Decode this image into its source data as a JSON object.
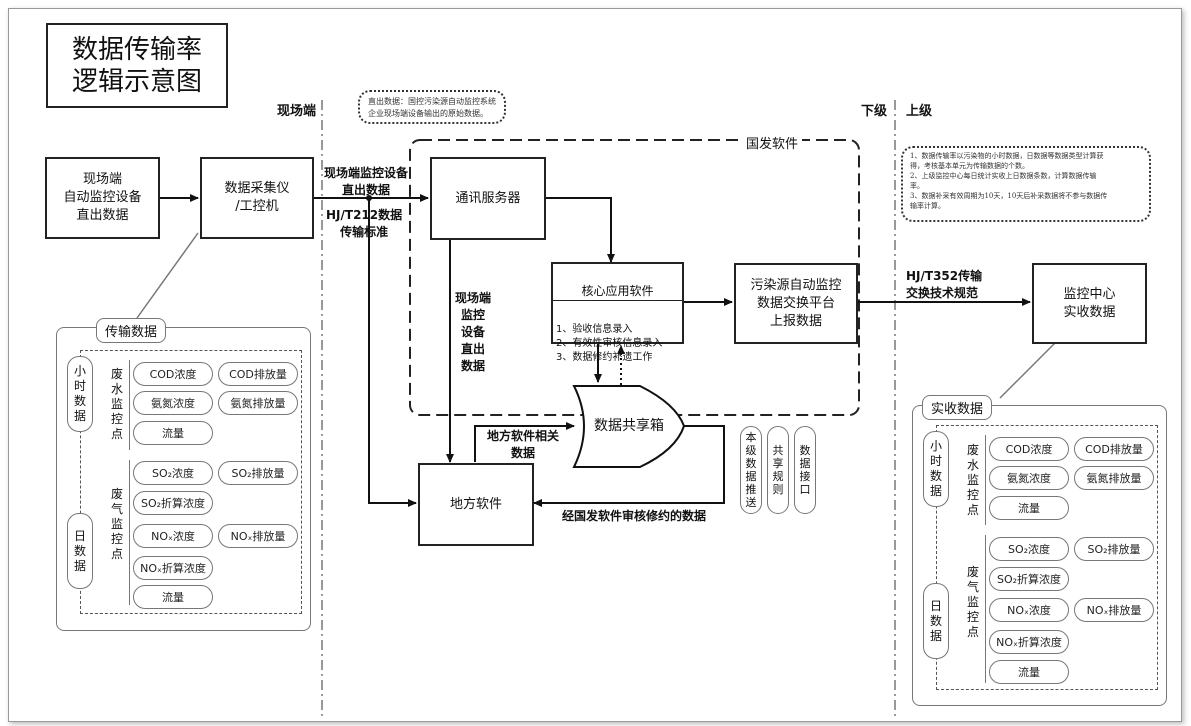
{
  "title": "数据传输率\n逻辑示意图",
  "zones": {
    "site": "现场端",
    "lower": "下级",
    "upper": "上级"
  },
  "nodes": {
    "site_device": "现场端\n自动监控设备\n直出数据",
    "collector": "数据采集仪\n/工控机",
    "comm_server": "通讯服务器",
    "core_app_title": "核心应用软件",
    "core_app_items": "1、验收信息录入\n2、有效性审核信息录入\n3、数据修约补遗工作",
    "exchange_platform": "污染源自动监控\n数据交换平台\n上报数据",
    "monitor_center": "监控中心\n实收数据",
    "local_software": "地方软件",
    "share_box": "数据共享箱",
    "national_software": "国发软件"
  },
  "edge_labels": {
    "site_direct": "现场端监控设备\n直出数据",
    "hj212": "HJ/T212数据\n传输标准",
    "site_vertical": "现场端\n监控\n设备\n直出\n数据",
    "local_related": "地方软件相关\n数据",
    "reviewed": "经国发软件审核修约的数据",
    "hj352": "HJ/T352传输\n交换技术规范"
  },
  "share_tags": [
    "本\n级\n数\n据\n推\n送",
    "共\n享\n规\n则",
    "数\n据\n接\n口"
  ],
  "notes": {
    "direct_data": "直出数据：国控污染源自动监控系统\n企业现场端设备输出的原始数据。",
    "rules": "1、数据传输率以污染物的小时数据，日数据等数据类型计算获\n得，考核基本单元为传输数据的个数。\n2、上级监控中心每日统计实收上日数据条数，计算数据传输\n率。\n3、数据补采有效周期为10天，10天后补采数据将不参与数据传\n输率计算。"
  },
  "panels": {
    "transfer": {
      "title": "传输数据",
      "hourly": "小\n时\n数\n据",
      "daily": "日\n数\n据",
      "water_group": "废\n水\n监\n控\n点",
      "gas_group": "废\n气\n监\n控\n点",
      "water_items": [
        "COD浓度",
        "COD排放量",
        "氨氮浓度",
        "氨氮排放量",
        "流量"
      ],
      "gas_items": [
        "SO₂浓度",
        "SO₂排放量",
        "SO₂折算浓度",
        "NOₓ浓度",
        "NOₓ排放量",
        "NOₓ折算浓度",
        "流量"
      ]
    },
    "received": {
      "title": "实收数据",
      "hourly": "小\n时\n数\n据",
      "daily": "日\n数\n据",
      "water_group": "废\n水\n监\n控\n点",
      "gas_group": "废\n气\n监\n控\n点",
      "water_items": [
        "COD浓度",
        "COD排放量",
        "氨氮浓度",
        "氨氮排放量",
        "流量"
      ],
      "gas_items": [
        "SO₂浓度",
        "SO₂排放量",
        "SO₂折算浓度",
        "NOₓ浓度",
        "NOₓ排放量",
        "NOₓ折算浓度",
        "流量"
      ]
    }
  }
}
